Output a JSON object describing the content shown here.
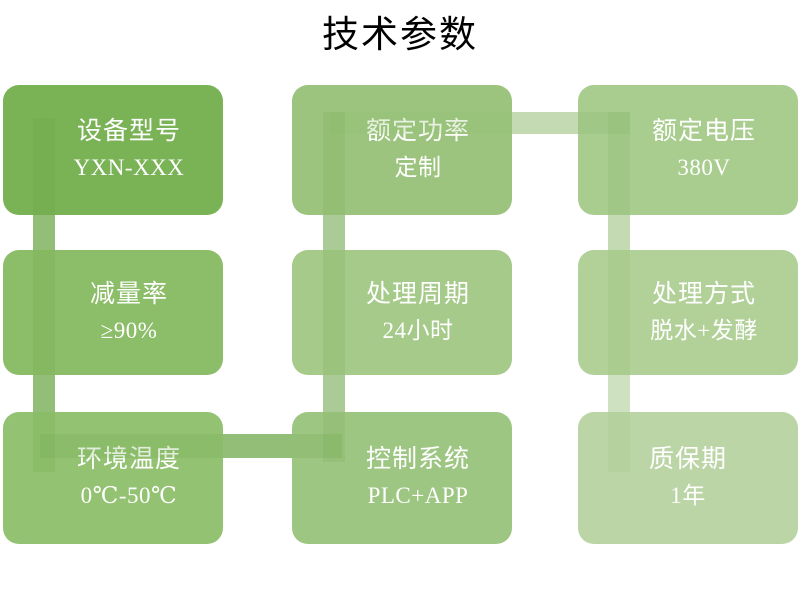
{
  "slide": {
    "title": "技术参数",
    "background": "#ffffff",
    "title_color": "#000000"
  },
  "palette": {
    "box_1": "#7ab356",
    "box_2": "#9dc47f",
    "box_3": "#a9cc8f",
    "box_4": "#8cbd68",
    "box_5": "#a6ca8a",
    "box_6": "#b2d199",
    "box_7": "#93c272",
    "box_8": "#9ec683",
    "box_9": "#bcd5a6",
    "connector": "#6aa544",
    "text": "#ffffff"
  },
  "boxes": [
    {
      "id": "equipment-model",
      "label": "设备型号",
      "value": "YXN-XXX"
    },
    {
      "id": "rated-power",
      "label": "额定功率",
      "value": "定制"
    },
    {
      "id": "rated-voltage",
      "label": "额定电压",
      "value": "380V"
    },
    {
      "id": "reduction-rate",
      "label": "减量率",
      "value": "≥90%"
    },
    {
      "id": "processing-cycle",
      "label": "处理周期",
      "value": "24小时"
    },
    {
      "id": "processing-method",
      "label": "处理方式",
      "value": "脱水+发酵"
    },
    {
      "id": "ambient-temperature",
      "label": "环境温度",
      "value": "0℃-50℃"
    },
    {
      "id": "control-system",
      "label": "控制系统",
      "value": "PLC+APP"
    },
    {
      "id": "warranty-period",
      "label": "质保期",
      "value": "1年"
    }
  ]
}
